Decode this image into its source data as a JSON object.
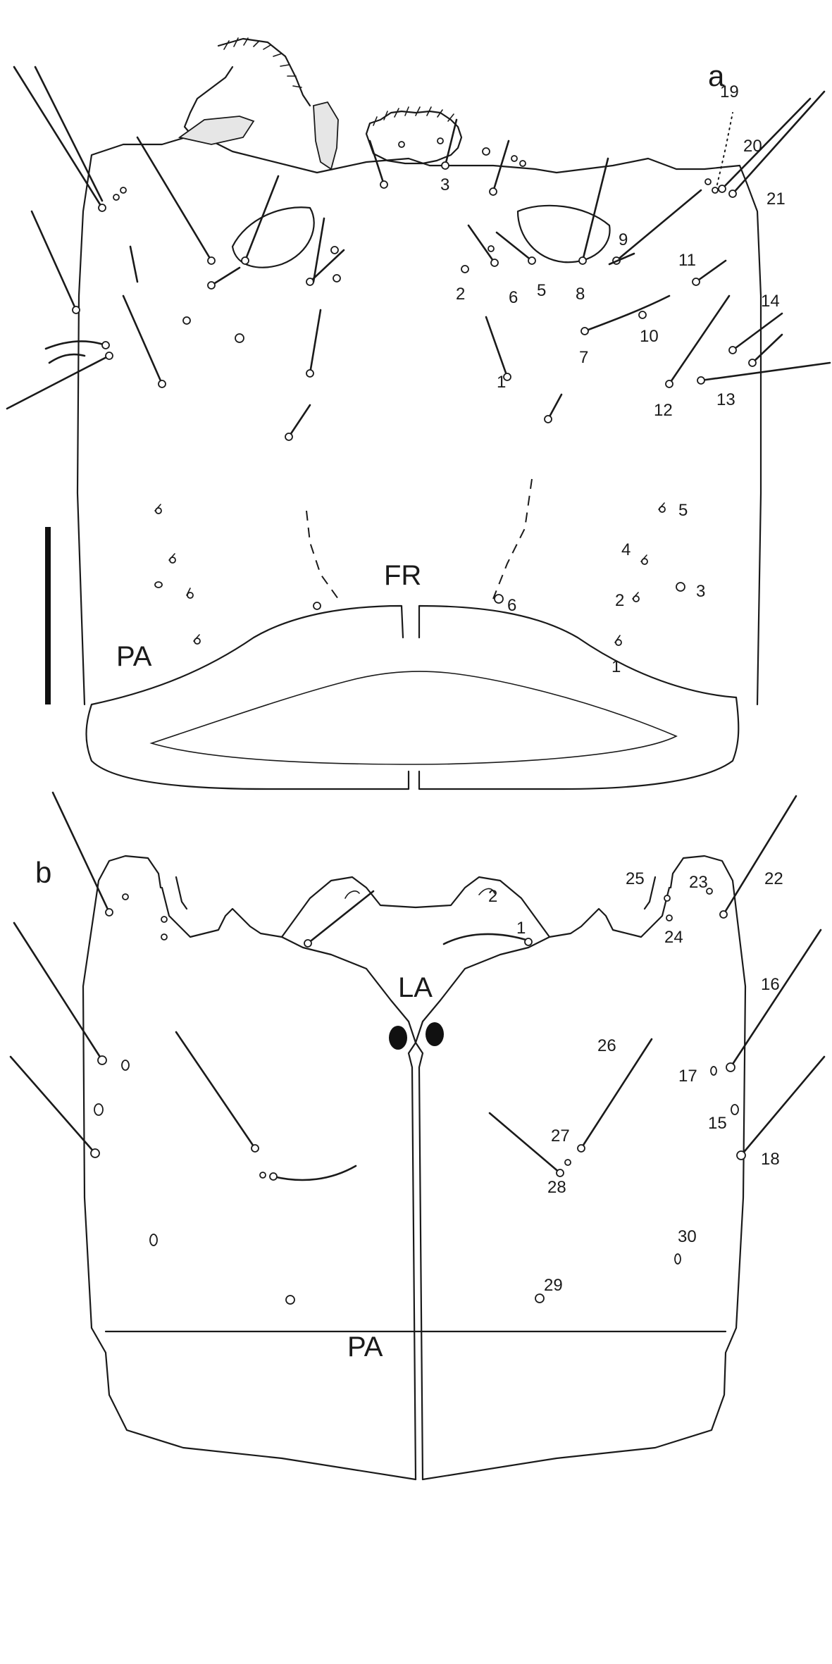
{
  "panels": {
    "a": {
      "panel_label": "a",
      "region_labels": {
        "frons": "FR",
        "parietal": "PA"
      },
      "seta_numbers_upper": [
        "1",
        "2",
        "3",
        "5",
        "6",
        "7",
        "8",
        "9",
        "10",
        "11",
        "12",
        "13",
        "14",
        "19",
        "20",
        "21"
      ],
      "seta_numbers_posterior": [
        "1",
        "2",
        "3",
        "4",
        "5",
        "6"
      ]
    },
    "b": {
      "panel_label": "b",
      "region_labels": {
        "labrum": "LA",
        "parietal": "PA"
      },
      "seta_numbers_labrum": [
        "1",
        "2"
      ],
      "seta_numbers_body": [
        "15",
        "16",
        "17",
        "18",
        "22",
        "23",
        "24",
        "25",
        "26",
        "27",
        "28",
        "29",
        "30"
      ]
    }
  },
  "scale_bar": {
    "present": true,
    "value_label": ""
  }
}
